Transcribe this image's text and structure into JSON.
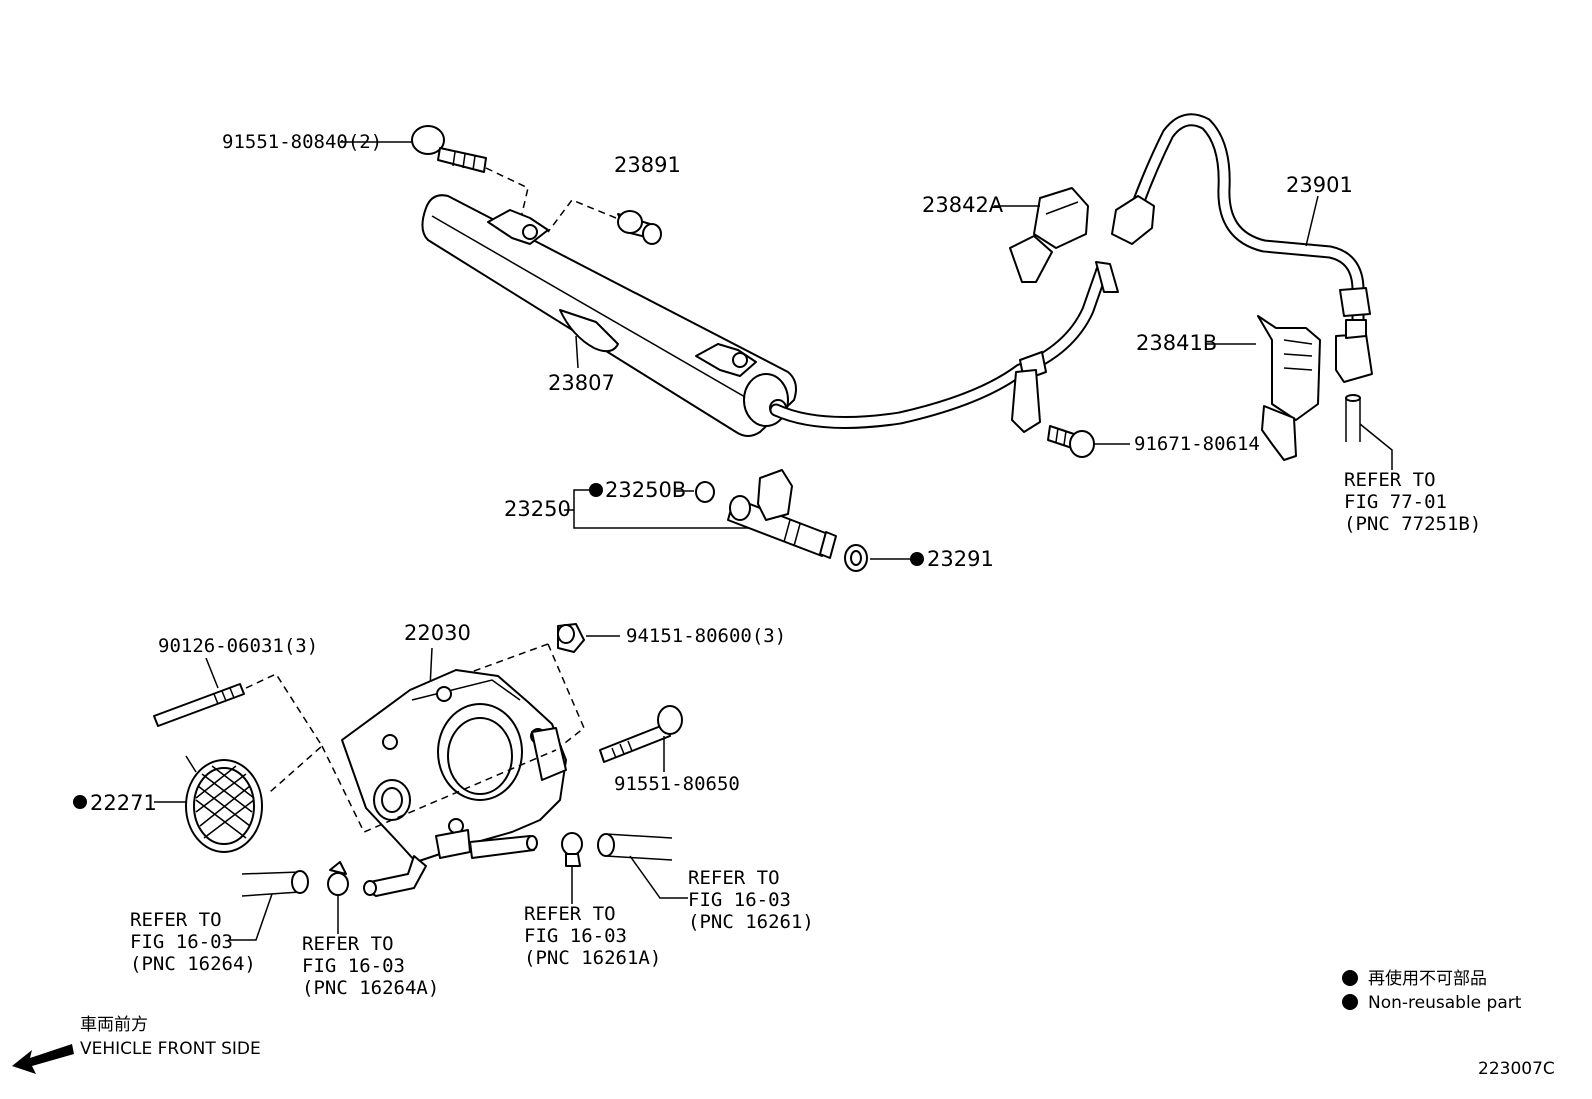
{
  "parts": {
    "bolt_rail": "91551-80840(2)",
    "collar": "23891",
    "fuel_rail": "23807",
    "clamp_a": "23842A",
    "fuel_tube": "23901",
    "clamp_b": "23841B",
    "bolt_clamp": "91671-80614",
    "injector_assy": "23250",
    "injector_oring": "23250B",
    "insulator": "23291",
    "throttle_body": "22030",
    "stud": "90126-06031(3)",
    "nut": "94151-80600(3)",
    "bolt_throttle": "91551-80650",
    "gasket": "22271"
  },
  "refs": {
    "fig77_l1": "REFER TO",
    "fig77_l2": "FIG 77-01",
    "fig77_l3": "(PNC 77251B)",
    "r16264_l1": "REFER TO",
    "r16264_l2": "FIG 16-03",
    "r16264_l3": "(PNC 16264)",
    "r16264a_l1": "REFER TO",
    "r16264a_l2": "FIG 16-03",
    "r16264a_l3": "(PNC 16264A)",
    "r16261a_l1": "REFER TO",
    "r16261a_l2": "FIG 16-03",
    "r16261a_l3": "(PNC 16261A)",
    "r16261_l1": "REFER TO",
    "r16261_l2": "FIG 16-03",
    "r16261_l3": "(PNC 16261)"
  },
  "legend": {
    "jp": "再使用不可部品",
    "en": "Non-reusable part"
  },
  "direction": {
    "jp": "車両前方",
    "en": "VEHICLE FRONT SIDE"
  },
  "figure_code": "223007C"
}
